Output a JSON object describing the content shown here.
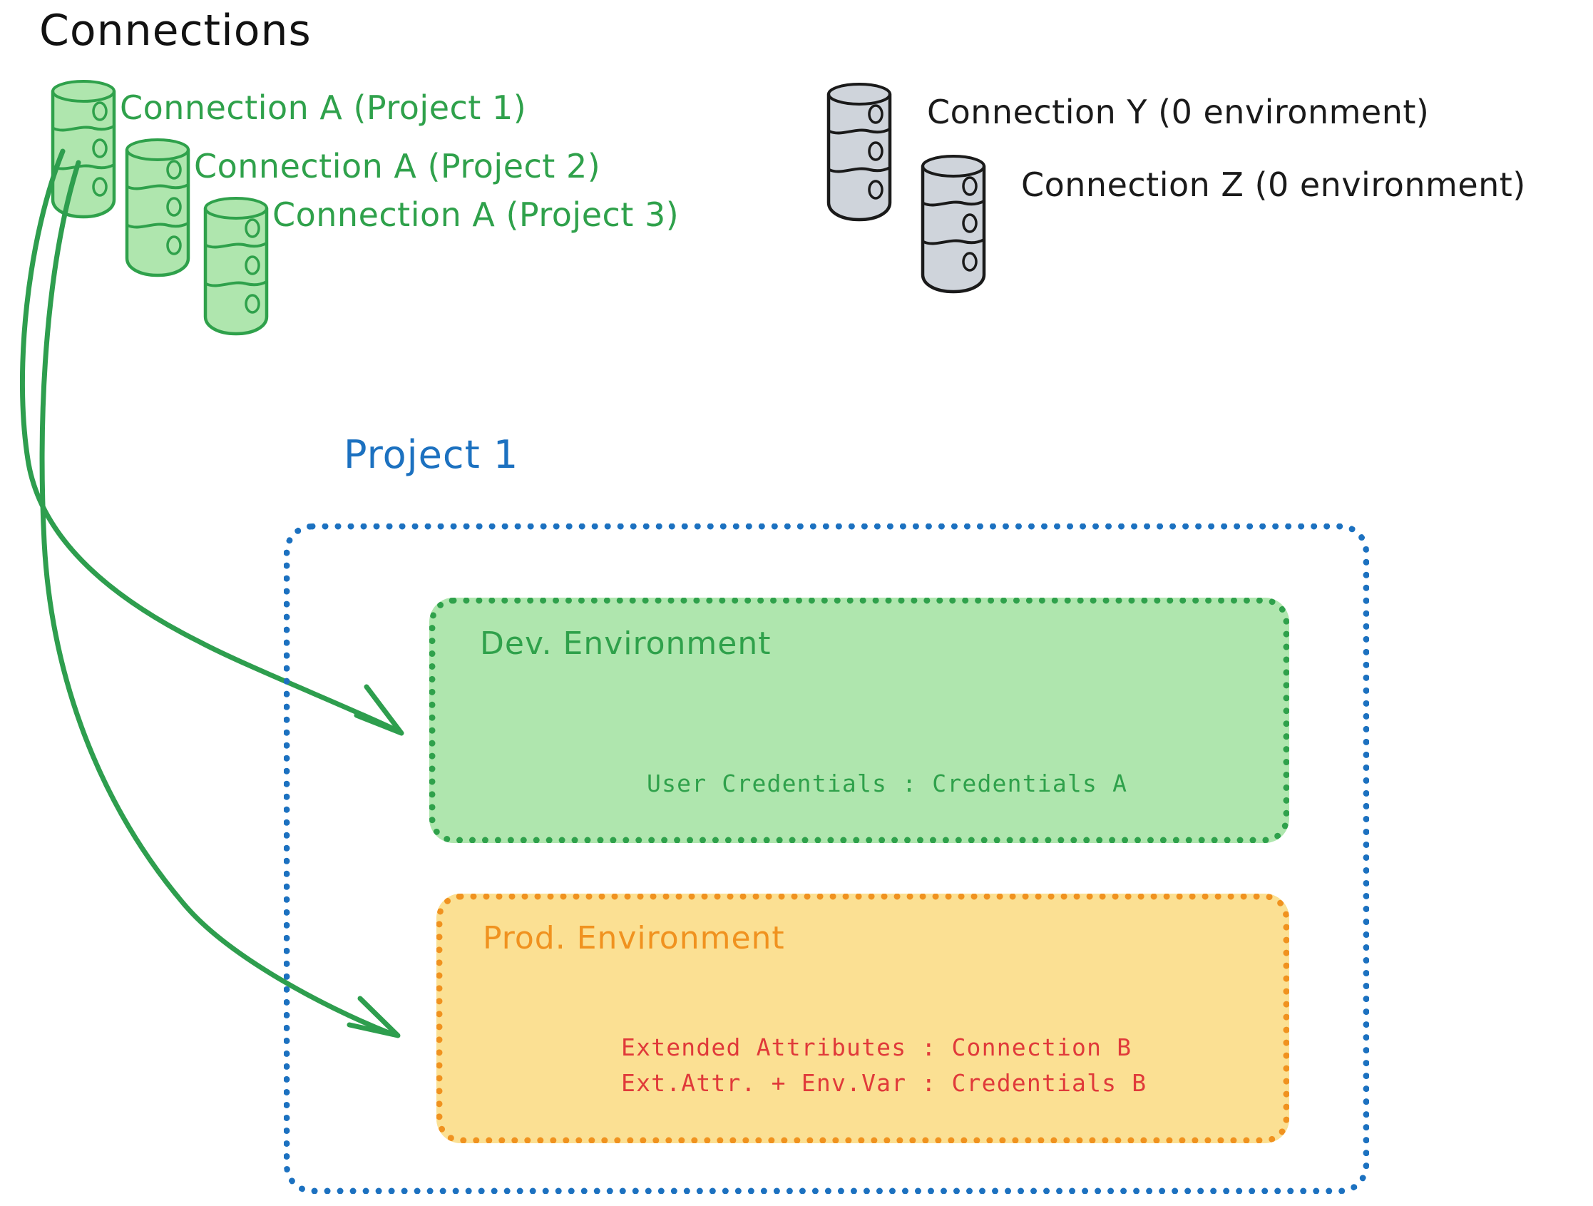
{
  "header": {
    "title": "Connections"
  },
  "connections": {
    "green": [
      {
        "label": "Connection A (Project 1)",
        "color": "#2FA14B",
        "icon": "database-icon"
      },
      {
        "label": "Connection A (Project 2)",
        "color": "#2FA14B",
        "icon": "database-icon"
      },
      {
        "label": "Connection A (Project 3)",
        "color": "#2FA14B",
        "icon": "database-icon"
      }
    ],
    "gray": [
      {
        "label": "Connection Y (0 environment)",
        "color": "#1a1a1a",
        "icon": "database-icon"
      },
      {
        "label": "Connection Z (0 environment)",
        "color": "#1a1a1a",
        "icon": "database-icon"
      }
    ]
  },
  "project": {
    "title": "Project 1",
    "accent": "#1C71C0",
    "environments": [
      {
        "name": "Dev. Environment",
        "accent": "#2FA14B",
        "fill": "#AFE6AE",
        "details": [
          "User Credentials : Credentials A"
        ]
      },
      {
        "name": "Prod. Environment",
        "accent": "#F0921F",
        "fill": "#FBE093",
        "details_color": "#E03A3A",
        "details": [
          "Extended Attributes : Connection B",
          "Ext.Attr. + Env.Var : Credentials B"
        ]
      }
    ]
  },
  "arrows": {
    "color": "#2E9E4E",
    "items": [
      {
        "name": "arrow-connection-a-to-dev-environment"
      },
      {
        "name": "arrow-connection-a-to-prod-environment"
      }
    ]
  }
}
